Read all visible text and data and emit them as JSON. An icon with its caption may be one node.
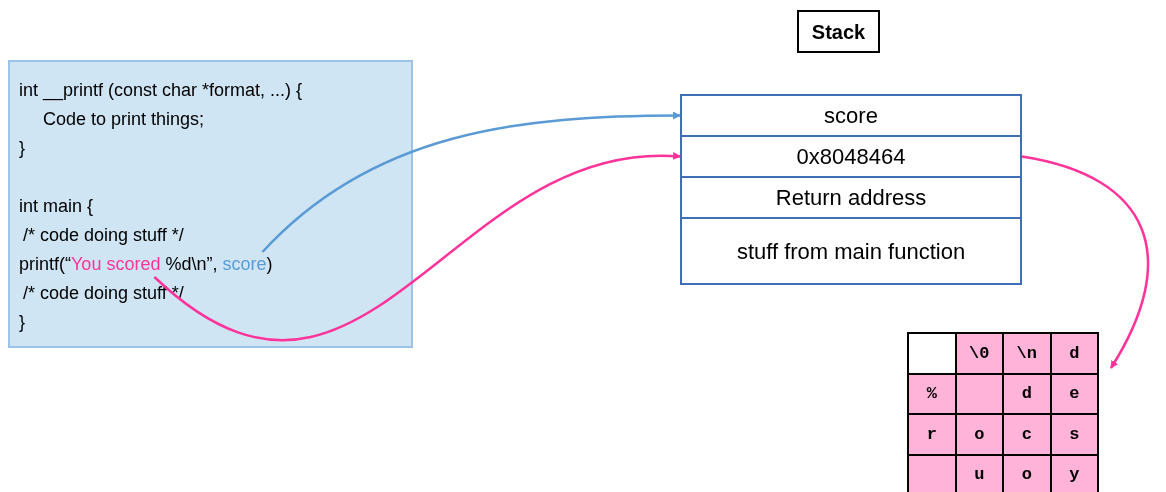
{
  "diagram": {
    "nodes": [
      {
        "text": [
          "int __printf (const char *format, ...) {",
          "Code to print things;",
          "}",
          "int main {",
          "/* code doing stuff */",
          "printf(“",
          "%d\\n”,",
          ")",
          "/* code doing stuff */",
          "}"
        ]
      },
      {
        "text": [
          "You scored"
        ],
        "in": 0
      },
      {
        "text": [
          "score"
        ],
        "in": 0
      },
      {
        "text": [
          "Stack"
        ]
      },
      {
        "text": [
          "score"
        ]
      },
      {
        "text": [
          "0x8048464"
        ]
      },
      {
        "text": [
          "Return address"
        ]
      },
      {
        "text": [
          "stuff from main function"
        ]
      },
      {
        "text": [
          "\\0",
          "\\n",
          "d",
          "%",
          "d",
          "e",
          "r",
          "o",
          "c",
          "s",
          "u",
          "o",
          "y"
        ]
      }
    ],
    "edges": [
      {
        "from": 2,
        "to": 4,
        "arrow": "to",
        "color": "#5b9bd5"
      },
      {
        "from": 1,
        "to": 5,
        "arrow": "to",
        "color": "#ff3399"
      },
      {
        "from": 5,
        "to": 8,
        "arrow": "to",
        "color": "#ff3399"
      }
    ]
  }
}
